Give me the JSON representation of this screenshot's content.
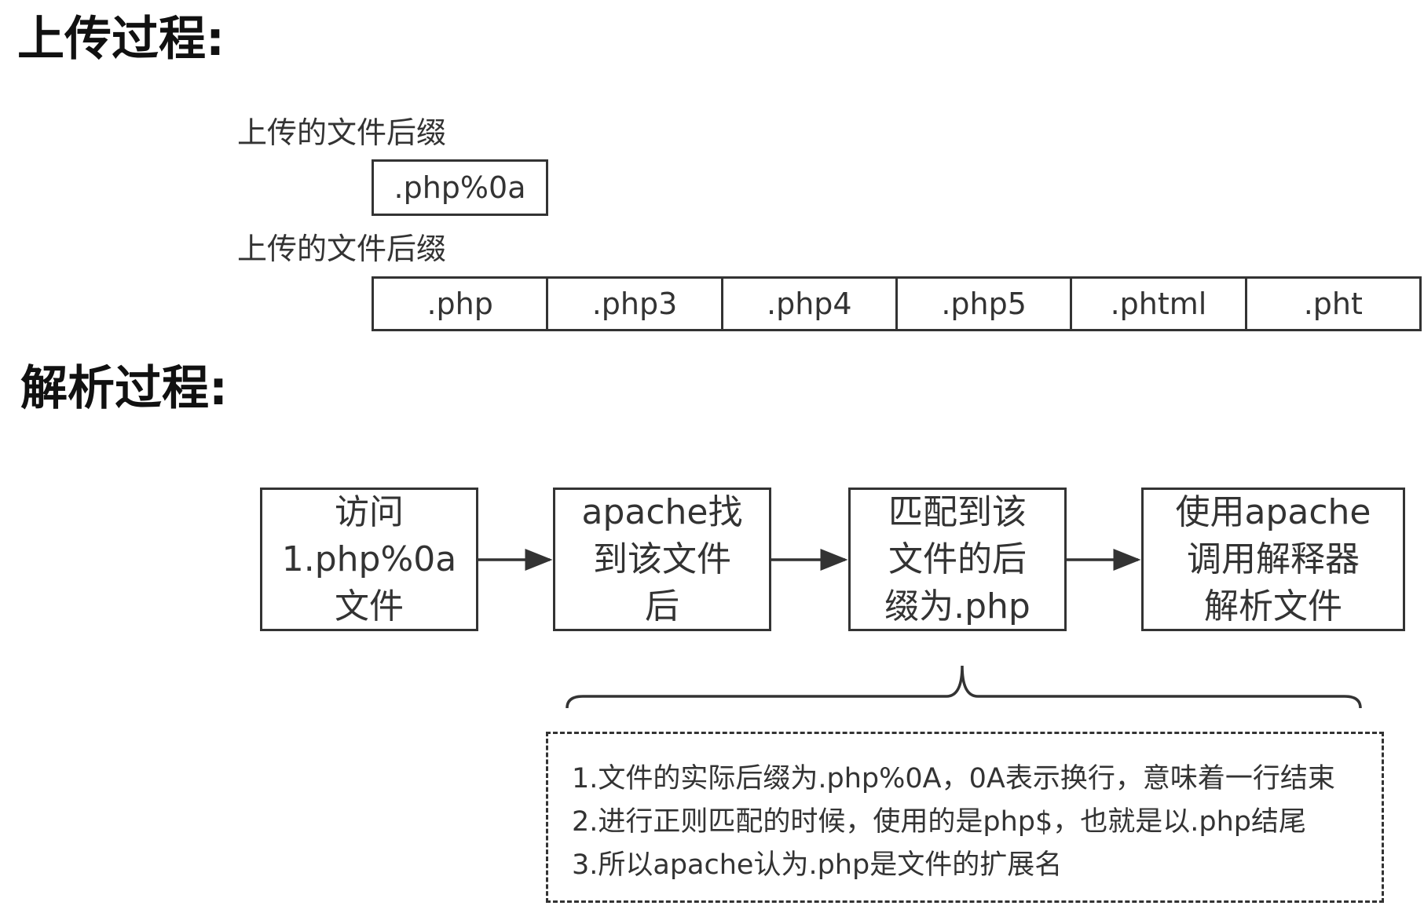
{
  "sections": {
    "upload_title": "上传过程:",
    "parse_title": "解析过程:"
  },
  "upload": {
    "uploaded_label": "上传的文件后缀",
    "uploaded_suffix": ".php%0a",
    "allowed_label": "上传的文件后缀",
    "allowed_suffixes": [
      ".php",
      ".php3",
      ".php4",
      ".php5",
      ".phtml",
      ".pht"
    ]
  },
  "parse": {
    "steps": [
      "访问\n1.php%0a\n文件",
      "apache找\n到该文件\n后",
      "匹配到该\n文件的后\n缀为.php",
      "使用apache\n调用解释器\n解析文件"
    ],
    "notes": [
      "1.文件的实际后缀为.php%0A，0A表示换行，意味着一行结束",
      "2.进行正则匹配的时候，使用的是php$，也就是以.php结尾",
      "3.所以apache认为.php是文件的扩展名"
    ]
  },
  "colors": {
    "stroke": "#333333",
    "text": "#333333",
    "heading": "#111111",
    "background": "#ffffff"
  }
}
